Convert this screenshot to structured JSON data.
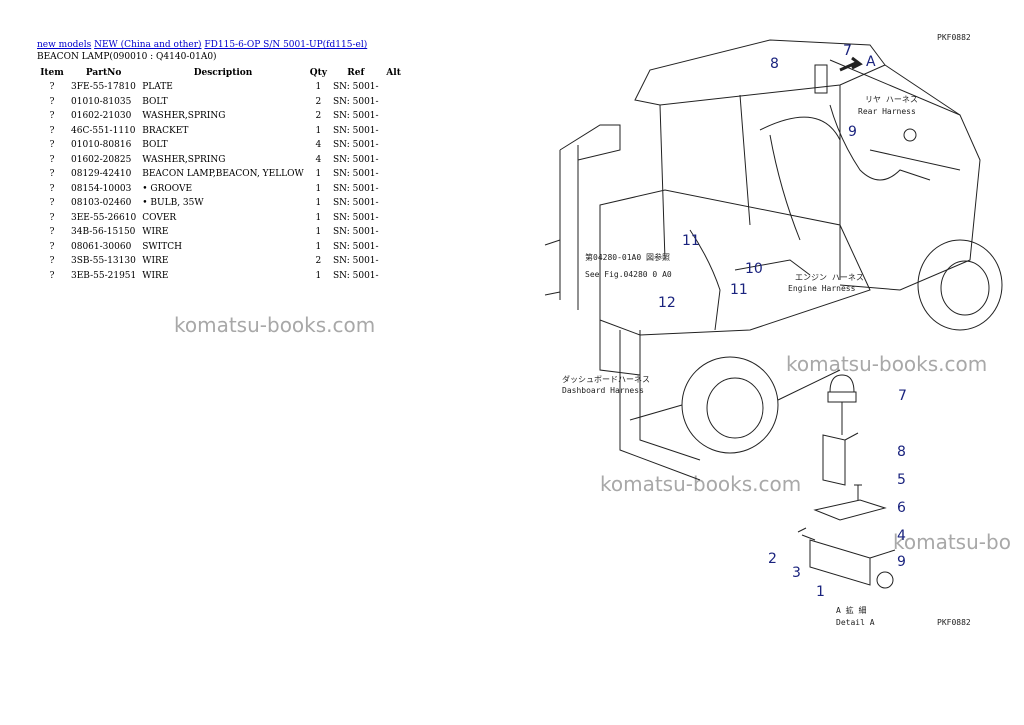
{
  "breadcrumb": [
    {
      "label": "new models"
    },
    {
      "label": "NEW (China and other)"
    },
    {
      "label": "FD115-6-OP S/N 5001-UP(fd115-el)"
    }
  ],
  "group_title": "BEACON LAMP(090010 : Q4140-01A0)",
  "table": {
    "headers": {
      "item": "Item",
      "part": "PartNo",
      "desc": "Description",
      "qty": "Qty",
      "ref": "Ref",
      "alt": "Alt"
    },
    "rows": [
      {
        "item": "?",
        "part": "3FE-55-17810",
        "desc": "PLATE",
        "qty": "1",
        "ref": "SN: 5001-",
        "alt": ""
      },
      {
        "item": "?",
        "part": "01010-81035",
        "desc": "BOLT",
        "qty": "2",
        "ref": "SN: 5001-",
        "alt": ""
      },
      {
        "item": "?",
        "part": "01602-21030",
        "desc": "WASHER,SPRING",
        "qty": "2",
        "ref": "SN: 5001-",
        "alt": ""
      },
      {
        "item": "?",
        "part": "46C-551-1110",
        "desc": "BRACKET",
        "qty": "1",
        "ref": "SN: 5001-",
        "alt": ""
      },
      {
        "item": "?",
        "part": "01010-80816",
        "desc": "BOLT",
        "qty": "4",
        "ref": "SN: 5001-",
        "alt": ""
      },
      {
        "item": "?",
        "part": "01602-20825",
        "desc": "WASHER,SPRING",
        "qty": "4",
        "ref": "SN: 5001-",
        "alt": ""
      },
      {
        "item": "?",
        "part": "08129-42410",
        "desc": "BEACON LAMP,BEACON, YELLOW",
        "qty": "1",
        "ref": "SN: 5001-",
        "alt": ""
      },
      {
        "item": "?",
        "part": "08154-10003",
        "desc": "• GROOVE",
        "qty": "1",
        "ref": "SN: 5001-",
        "alt": ""
      },
      {
        "item": "?",
        "part": "08103-02460",
        "desc": "• BULB, 35W",
        "qty": "1",
        "ref": "SN: 5001-",
        "alt": ""
      },
      {
        "item": "?",
        "part": "3EE-55-26610",
        "desc": "COVER",
        "qty": "1",
        "ref": "SN: 5001-",
        "alt": ""
      },
      {
        "item": "?",
        "part": "34B-56-15150",
        "desc": "WIRE",
        "qty": "1",
        "ref": "SN: 5001-",
        "alt": ""
      },
      {
        "item": "?",
        "part": "08061-30060",
        "desc": "SWITCH",
        "qty": "1",
        "ref": "SN: 5001-",
        "alt": ""
      },
      {
        "item": "?",
        "part": "3SB-55-13130",
        "desc": "WIRE",
        "qty": "2",
        "ref": "SN: 5001-",
        "alt": ""
      },
      {
        "item": "?",
        "part": "3EB-55-21951",
        "desc": "WIRE",
        "qty": "1",
        "ref": "SN: 5001-",
        "alt": ""
      }
    ]
  },
  "watermarks": [
    "komatsu-books.com",
    "komatsu-books.com",
    "komatsu-books.com",
    "komatsu-bo"
  ],
  "diagram": {
    "callouts": [
      "1",
      "2",
      "3",
      "4",
      "5",
      "6",
      "7",
      "8",
      "9",
      "10",
      "11",
      "12"
    ],
    "arrow_label": "A",
    "rear_harness_jp": "リヤ ハーネス",
    "rear_harness_en": "Rear Harness",
    "see_fig_jp": "第04280-01A0 図参照",
    "see_fig_en": "See Fig.04280 0 A0",
    "engine_harness_jp": "エンジン ハーネス",
    "engine_harness_en": "Engine Harness",
    "dash_harness_jp": "ダッシュボードハーネス",
    "dash_harness_en": "Dashboard Harness",
    "detail_jp": "A 拡 細",
    "detail_en": "Detail A",
    "drawing_code": "PKF0882",
    "corner_code": "PKF0882"
  },
  "colors": {
    "link": "#0000cc",
    "callout": "#1a237e",
    "watermark": "#a8a8a8"
  }
}
